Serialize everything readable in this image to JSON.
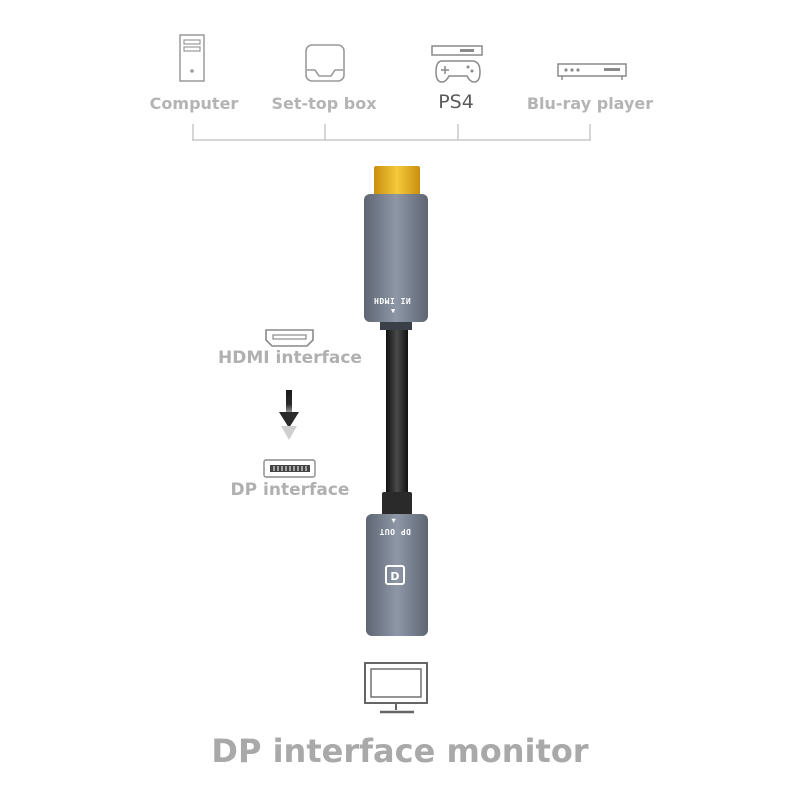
{
  "devices": [
    {
      "label": "Computer",
      "icon": "computer-tower-icon"
    },
    {
      "label": "Set-top box",
      "icon": "set-top-box-icon"
    },
    {
      "label": "PS4",
      "icon": "game-console-icon"
    },
    {
      "label": "Blu-ray player",
      "icon": "blu-ray-player-icon"
    }
  ],
  "adapter": {
    "input_port_label": "HDMI IN",
    "output_port_label": "DP OUT",
    "input_arrow": "▼",
    "output_arrow": "▲",
    "dp_logo": "D"
  },
  "legend": {
    "hdmi_label": "HDMI interface",
    "dp_label": "DP interface",
    "hdmi_icon": "hdmi-port-icon",
    "dp_icon": "dp-port-icon",
    "arrow_icon": "down-arrow-icon"
  },
  "monitor": {
    "icon": "monitor-icon",
    "title": "DP interface monitor"
  },
  "colors": {
    "label_gray": "#b4b4b4",
    "adapter_body": "#7b8494",
    "hdmi_plug_gold": "#e6b21c",
    "cable": "#1e1e1e"
  }
}
